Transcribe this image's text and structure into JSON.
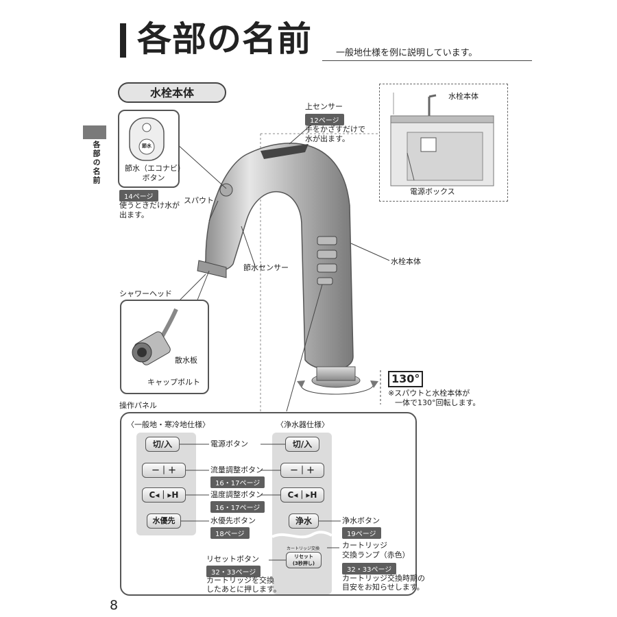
{
  "header": {
    "title": "各部の名前",
    "subtitle": "一般地仕様を例に説明しています。"
  },
  "side_tab": "各部の名前",
  "section": "水栓本体",
  "inset": {
    "faucet_label": "水栓本体",
    "box_label": "電源ボックス"
  },
  "upper_sensor": {
    "label": "上センサー",
    "page": "12ページ",
    "desc_lines": [
      "手をかざすだけで",
      "水が出ます。"
    ]
  },
  "eco_button": {
    "label_lines": [
      "節水（エコナビ）",
      "ボタン"
    ],
    "icon_text": "節水",
    "page": "14ページ",
    "desc_lines": [
      "使うときだけ水が",
      "出ます。"
    ]
  },
  "spout_label": "スパウト",
  "water_sensor_label": "節水センサー",
  "body_label": "水栓本体",
  "shower_head": {
    "label": "シャワーヘッド",
    "plate_label": "散水板",
    "bolt_label": "キャップボルト"
  },
  "rotation": {
    "degree": "130°",
    "note_lines": [
      "※スパウトと水栓本体が",
      "一体で130°回転します。"
    ]
  },
  "panel": {
    "title": "操作パネル",
    "left_spec": "〈一般地・寒冷地仕様〉",
    "right_spec": "〈浄水器仕様〉",
    "power_label": "電源ボタン",
    "flow_label": "流量調整ボタン",
    "flow_page": "16・17ページ",
    "temp_label": "温度調整ボタン",
    "temp_page": "16・17ページ",
    "priority_label": "水優先ボタン",
    "priority_page": "18ページ",
    "purify_label": "浄水ボタン",
    "purify_page": "19ページ",
    "cartridge_label_lines": [
      "カートリッジ",
      "交換ランプ（赤色）"
    ],
    "cartridge_page": "32・33ページ",
    "cartridge_desc_lines": [
      "カートリッジ交換時期の",
      "目安をお知らせします。"
    ],
    "reset_label": "リセットボタン",
    "reset_page": "32・33ページ",
    "reset_desc_lines": [
      "カートリッジを交換",
      "したあとに押します。"
    ],
    "btn_power": "切/入",
    "btn_flow": "－｜＋",
    "btn_temp": "C◂｜▸H",
    "btn_priority": "水優先",
    "btn_purify": "浄水",
    "lamp_text": "カートリッジ交換",
    "btn_reset_lines": [
      "リセット",
      "(3秒押し)"
    ]
  },
  "page_number": "8"
}
